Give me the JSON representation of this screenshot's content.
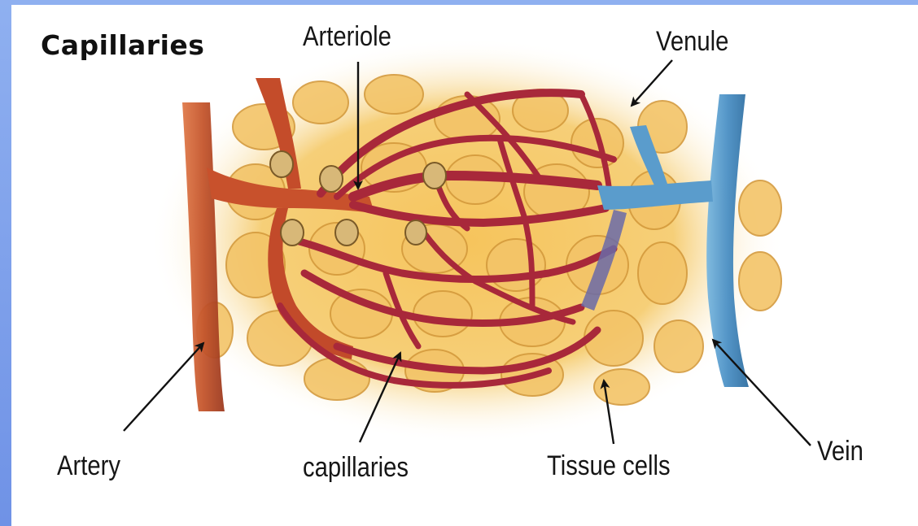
{
  "diagram": {
    "title": "Capillaries",
    "labels": {
      "arteriole": "Arteriole",
      "venule": "Venule",
      "artery": "Artery",
      "capillaries": "capillaries",
      "tissue_cells": "Tissue cells",
      "vein": "Vein"
    },
    "colors": {
      "artery": "#c0552b",
      "arteriole": "#b8342e",
      "capillary": "#a52a3a",
      "vein": "#4a8fc4",
      "tissue": "#f1c66a",
      "cell_outline": "#d99a36",
      "background_frame": "#7a9ae8"
    }
  }
}
